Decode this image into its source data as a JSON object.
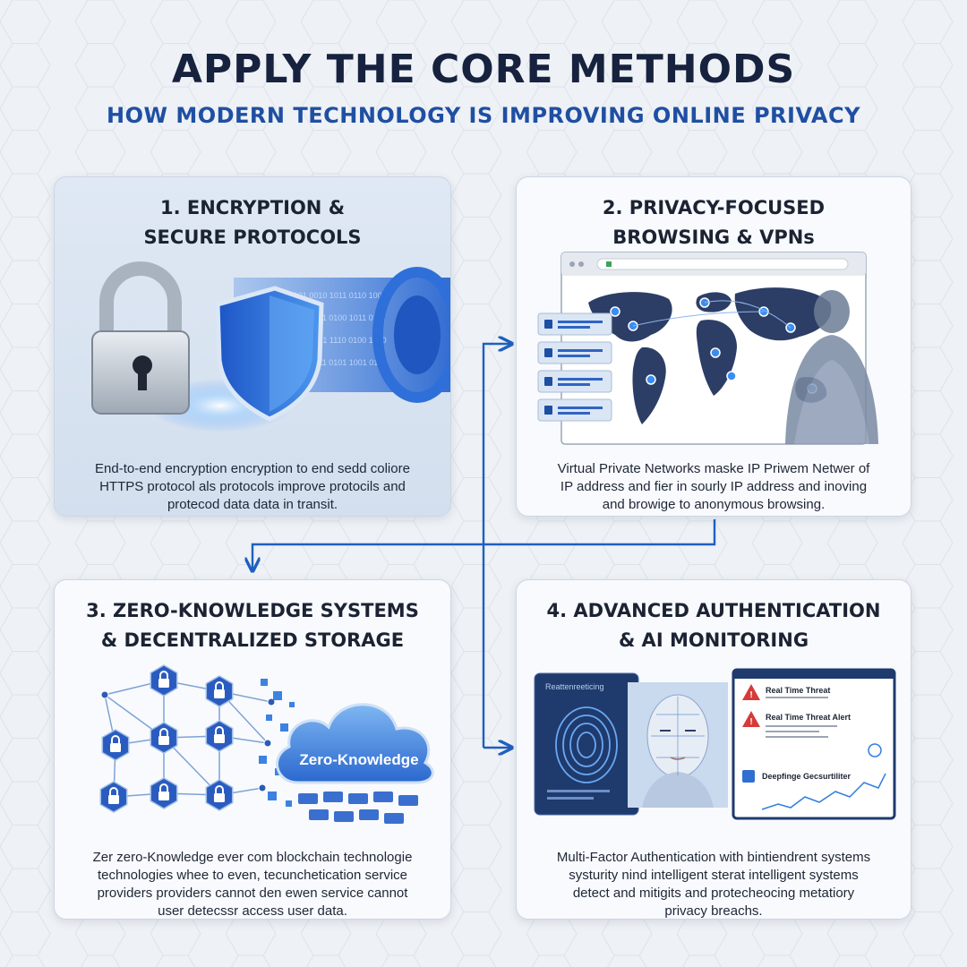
{
  "header": {
    "title": "APPLY THE CORE METHODS",
    "subtitle": "HOW MODERN TECHNOLOGY IS IMPROVING ONLINE PRIVACY"
  },
  "cards": [
    {
      "title_lines": [
        "1. ENCRYPTION &",
        "SECURE PROTOCOLS"
      ],
      "desc_lines": [
        "End-to-end encryption encryption to end sedd coliore",
        "HTTPS protocol als protocols improve protocils and",
        "protecod data data in transit."
      ],
      "icons": [
        "padlock-icon",
        "shield-icon",
        "data-tunnel-icon"
      ]
    },
    {
      "title_lines": [
        "2. PRIVACY-FOCUSED",
        "BROWSING & VPNs"
      ],
      "desc_lines": [
        "Virtual Private Networks maske IP Priwem Netwer of",
        "IP address and fier in sourly IP address and inoving",
        "and browige to anonymous browsing."
      ],
      "icons": [
        "browser-window-icon",
        "world-map-icon",
        "anonymous-user-icon",
        "lock-list-icon"
      ]
    },
    {
      "title_lines": [
        "3. ZERO-KNOWLEDGE SYSTEMS",
        "& DECENTRALIZED STORAGE"
      ],
      "desc_lines": [
        "Zer zero-Knowledge ever com blockchain technologie",
        "technologies whee to even, tecunchetication service",
        "providers providers cannot den ewen service cannot",
        "user detecssr access user data."
      ],
      "cloud_label": "Zero-Knowledge",
      "icons": [
        "hex-network-icon",
        "cloud-icon",
        "lock-icon"
      ]
    },
    {
      "title_lines": [
        "4. ADVANCED AUTHENTICATION",
        "& AI MONITORING"
      ],
      "desc_lines": [
        "Multi-Factor Authentication with bintiendrent systems",
        "systurity nind intelligent sterat intelligent systems",
        "detect and mitigits and protecheocing metatiory",
        "privacy breachs."
      ],
      "device_label": "Reattenreeticing",
      "alerts": [
        "Real Time Threat",
        "Real Time Threat Alert",
        "Deepfinge Gecsurtiliter"
      ],
      "icons": [
        "fingerprint-icon",
        "face-scan-icon",
        "alert-icon",
        "trend-chart-icon"
      ]
    }
  ],
  "colors": {
    "title": "#16223e",
    "subtitle": "#1f4fa3",
    "accent": "#1f5fbf",
    "alert": "#d63a3a"
  }
}
